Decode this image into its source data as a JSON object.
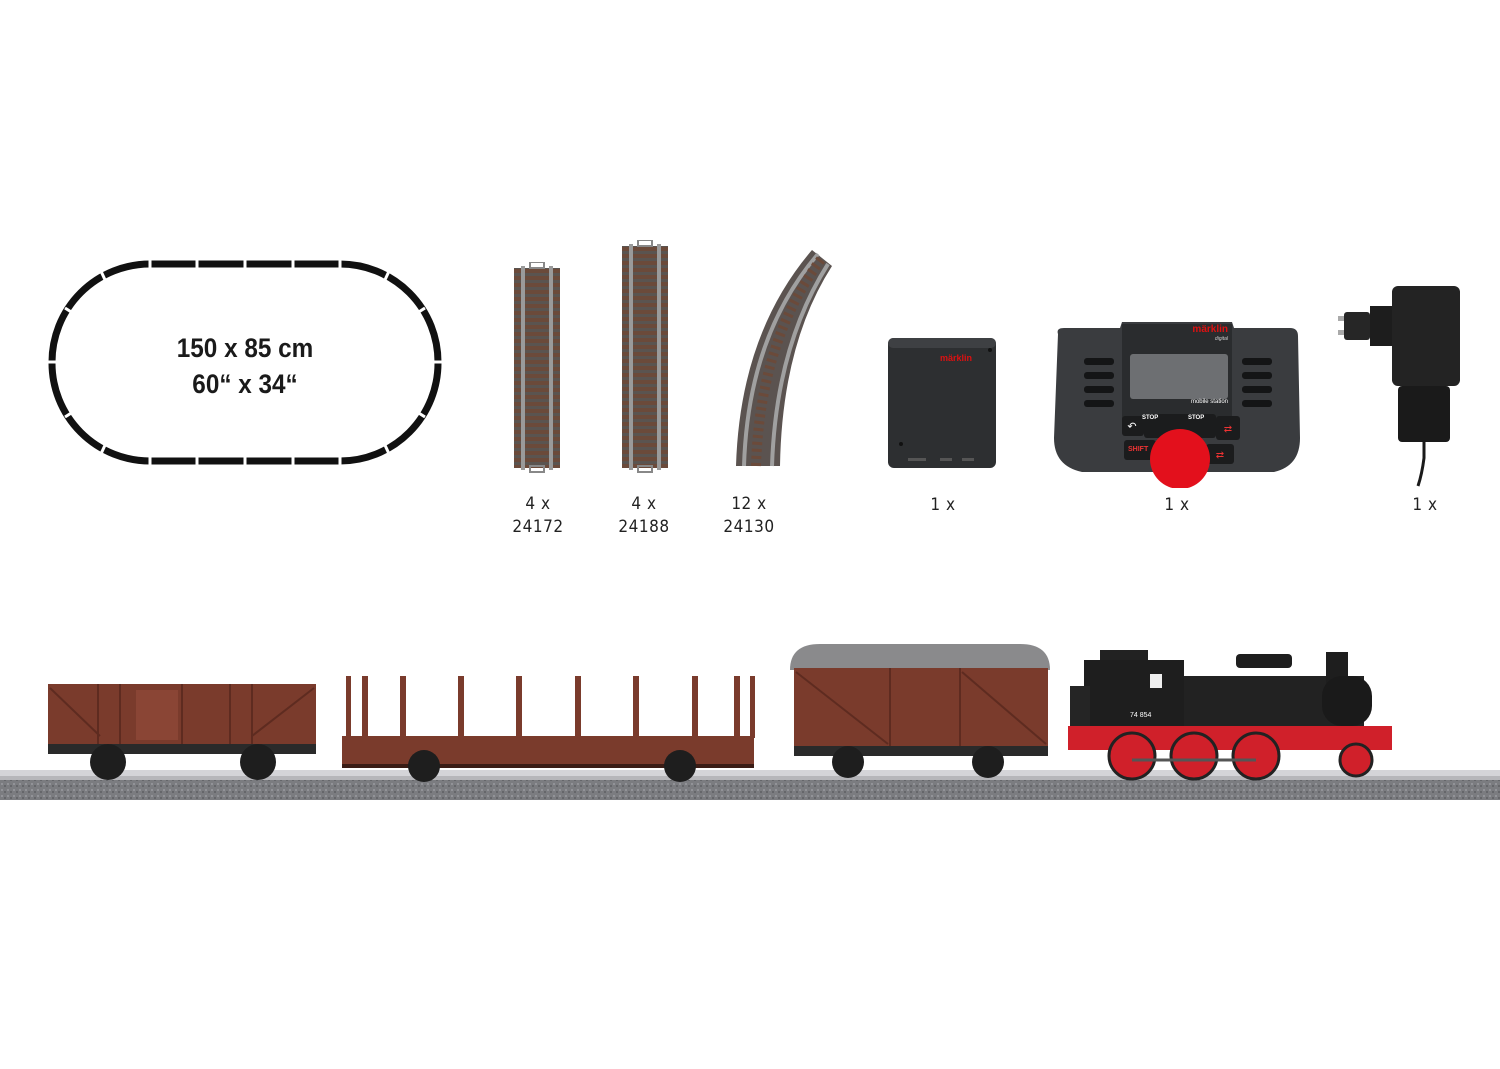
{
  "layout_track": {
    "size_metric": "150 x 85 cm",
    "size_imperial": "60“ x 34“"
  },
  "components": [
    {
      "quantity": "4 x",
      "item_number": "24172",
      "icon": "straight-track"
    },
    {
      "quantity": "4 x",
      "item_number": "24188",
      "icon": "straight-track"
    },
    {
      "quantity": "12 x",
      "item_number": "24130",
      "icon": "curved-track"
    },
    {
      "quantity": "1 x",
      "icon": "connector-box"
    },
    {
      "quantity": "1 x",
      "icon": "mobile-station-controller"
    },
    {
      "quantity": "1 x",
      "icon": "power-supply"
    }
  ],
  "controller": {
    "brand": "märklin",
    "brand_sub": "digital",
    "model": "mobile station",
    "stop_left": "STOP",
    "stop_right": "STOP",
    "shift": "SHIFT"
  },
  "train": {
    "locomotive_number": "74 854",
    "cars": [
      "open-goods-wagon",
      "stake-wagon",
      "covered-goods-wagon",
      "steam-locomotive"
    ]
  },
  "colors": {
    "wagon_brown": "#7a3b2c",
    "loco_black": "#1e1e1e",
    "loco_red": "#d0202a",
    "knob_red": "#e3101c",
    "controller_grey": "#3a3c3f"
  }
}
